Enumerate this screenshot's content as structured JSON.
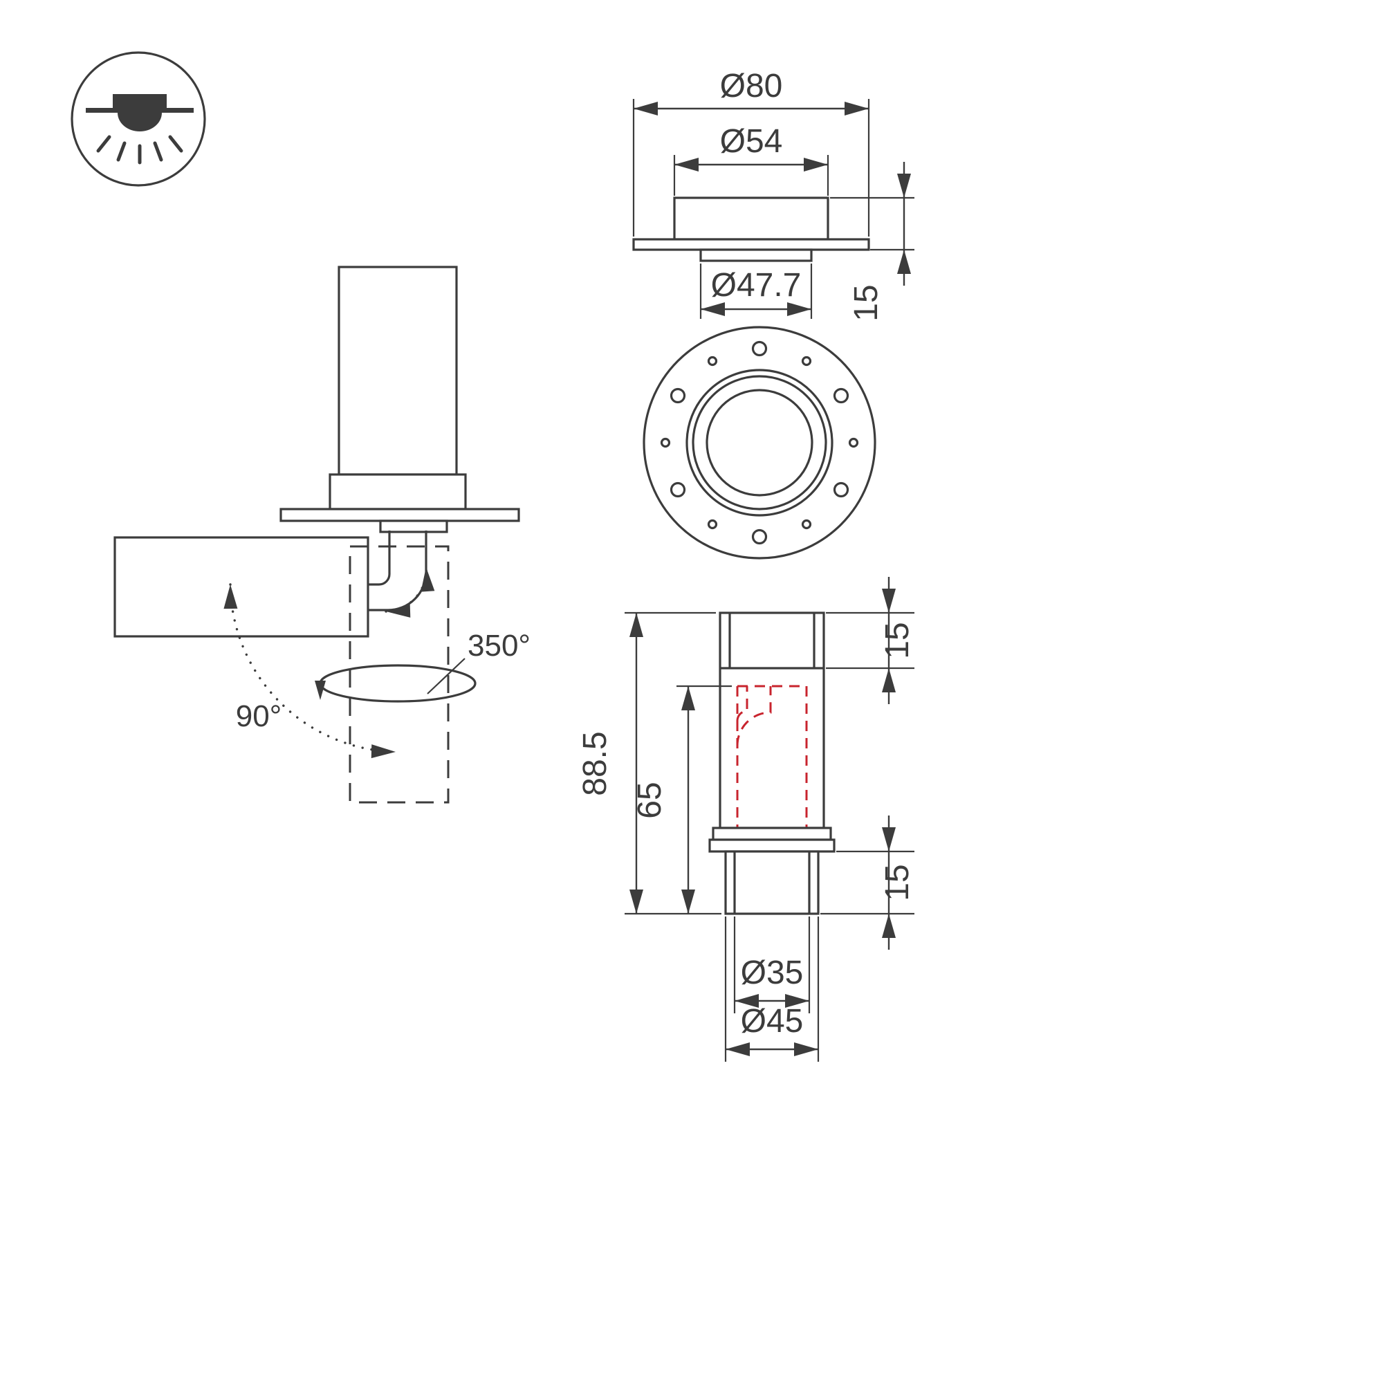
{
  "drawing": {
    "icons": {
      "mount_type": "recessed-ceiling-downlight-icon"
    },
    "rotation_view": {
      "tilt_angle": "90°",
      "rotation_angle": "350°"
    },
    "front_view": {
      "dim_flange_diameter": "Ø80",
      "dim_body_diameter": "Ø54",
      "dim_cutout_diameter": "Ø47.7",
      "dim_flange_height": "15"
    },
    "section_view": {
      "dim_total_height": "88.5",
      "dim_module_height": "65",
      "dim_top_height": "15",
      "dim_bottom_height": "15",
      "dim_inner_diameter": "Ø35",
      "dim_tube_diameter": "Ø45"
    },
    "colors": {
      "line": "#3C3C3C",
      "accent_red": "#C8242E",
      "background": "#FFFFFF"
    }
  }
}
